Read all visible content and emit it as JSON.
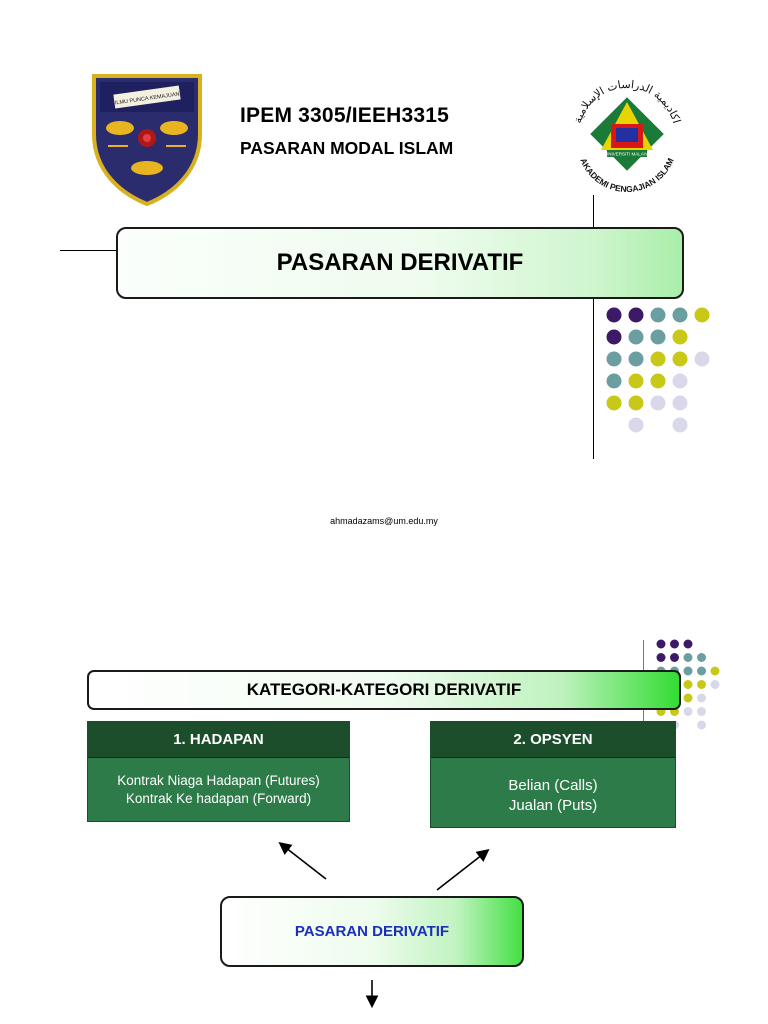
{
  "slide1": {
    "course_code": "IPEM 3305/IEEH3315",
    "course_name": "PASARAN MODAL ISLAM",
    "title": "PASARAN DERIVATIF",
    "email": "ahmadazams@um.edu.my",
    "crest_banner": "ILMU PUNCA KEMAJUAN",
    "logo": {
      "arabic_text": "اكاديمية الدراسات الإسلامية",
      "name_text": "AKADEMI PENGAJIAN ISLAM",
      "inner_text": "UNIVERSITI MALAYA"
    },
    "dot_colors": {
      "purple": "#3d1a68",
      "teal": "#6b9ea0",
      "yellow": "#c8c818",
      "lavender": "#d8d8ea"
    }
  },
  "slide2": {
    "header": "KATEGORI-KATEGORI DERIVATIF",
    "box_hadapan": {
      "title": "1.  HADAPAN",
      "line1": "Kontrak Niaga Hadapan (Futures)",
      "line2": "Kontrak Ke hadapan (Forward)"
    },
    "box_opsyen": {
      "title": "2. OPSYEN",
      "line1": "Belian (Calls)",
      "line2": "Jualan (Puts)"
    },
    "main_box": "PASARAN DERIVATIF"
  }
}
